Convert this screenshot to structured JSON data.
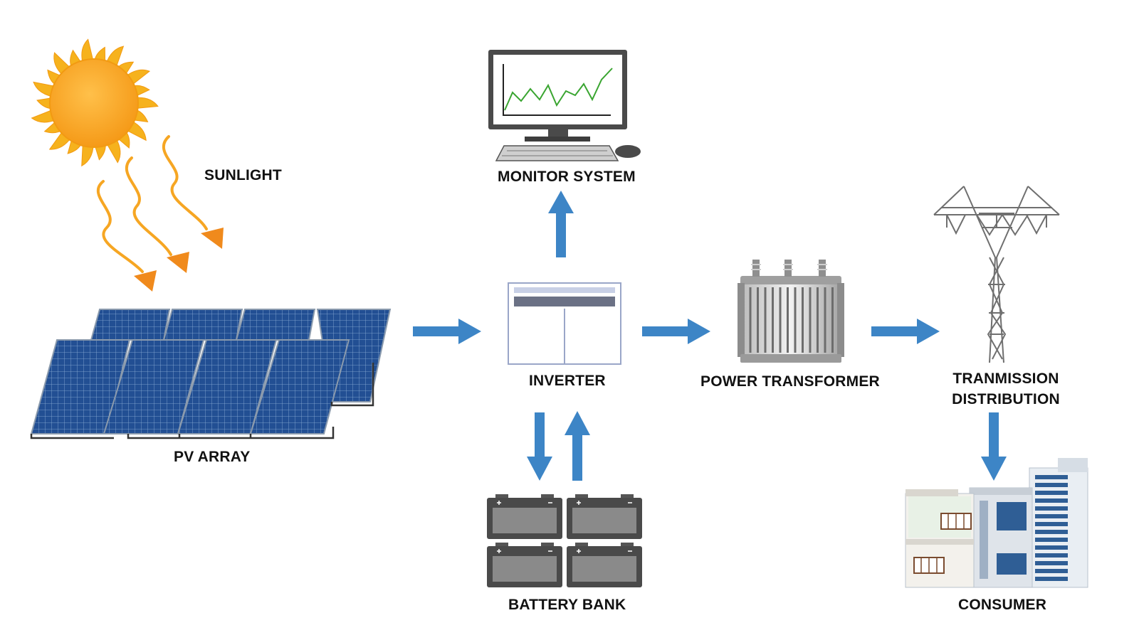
{
  "labels": {
    "sunlight": "SUNLIGHT",
    "pv_array": "PV ARRAY",
    "monitor_system": "MONITOR SYSTEM",
    "inverter": "INVERTER",
    "battery_bank": "BATTERY BANK",
    "power_transformer": "POWER TRANSFORMER",
    "transmission_line1": "TRANMISSION",
    "transmission_line2": "DISTRIBUTION",
    "consumer": "CONSUMER"
  },
  "colors": {
    "arrow_blue": "#3d85c6",
    "sun_orange": "#f7a21b",
    "ray_orange": "#f08a1c",
    "panel_blue": "#1f4e8f",
    "chart_green": "#3aa531"
  },
  "icons": {
    "sun": "sun-icon",
    "panels": "solar-panel-icon",
    "monitor": "monitor-icon",
    "inverter": "inverter-icon",
    "battery": "battery-icon",
    "transformer": "transformer-icon",
    "tower": "transmission-tower-icon",
    "buildings": "buildings-icon"
  }
}
